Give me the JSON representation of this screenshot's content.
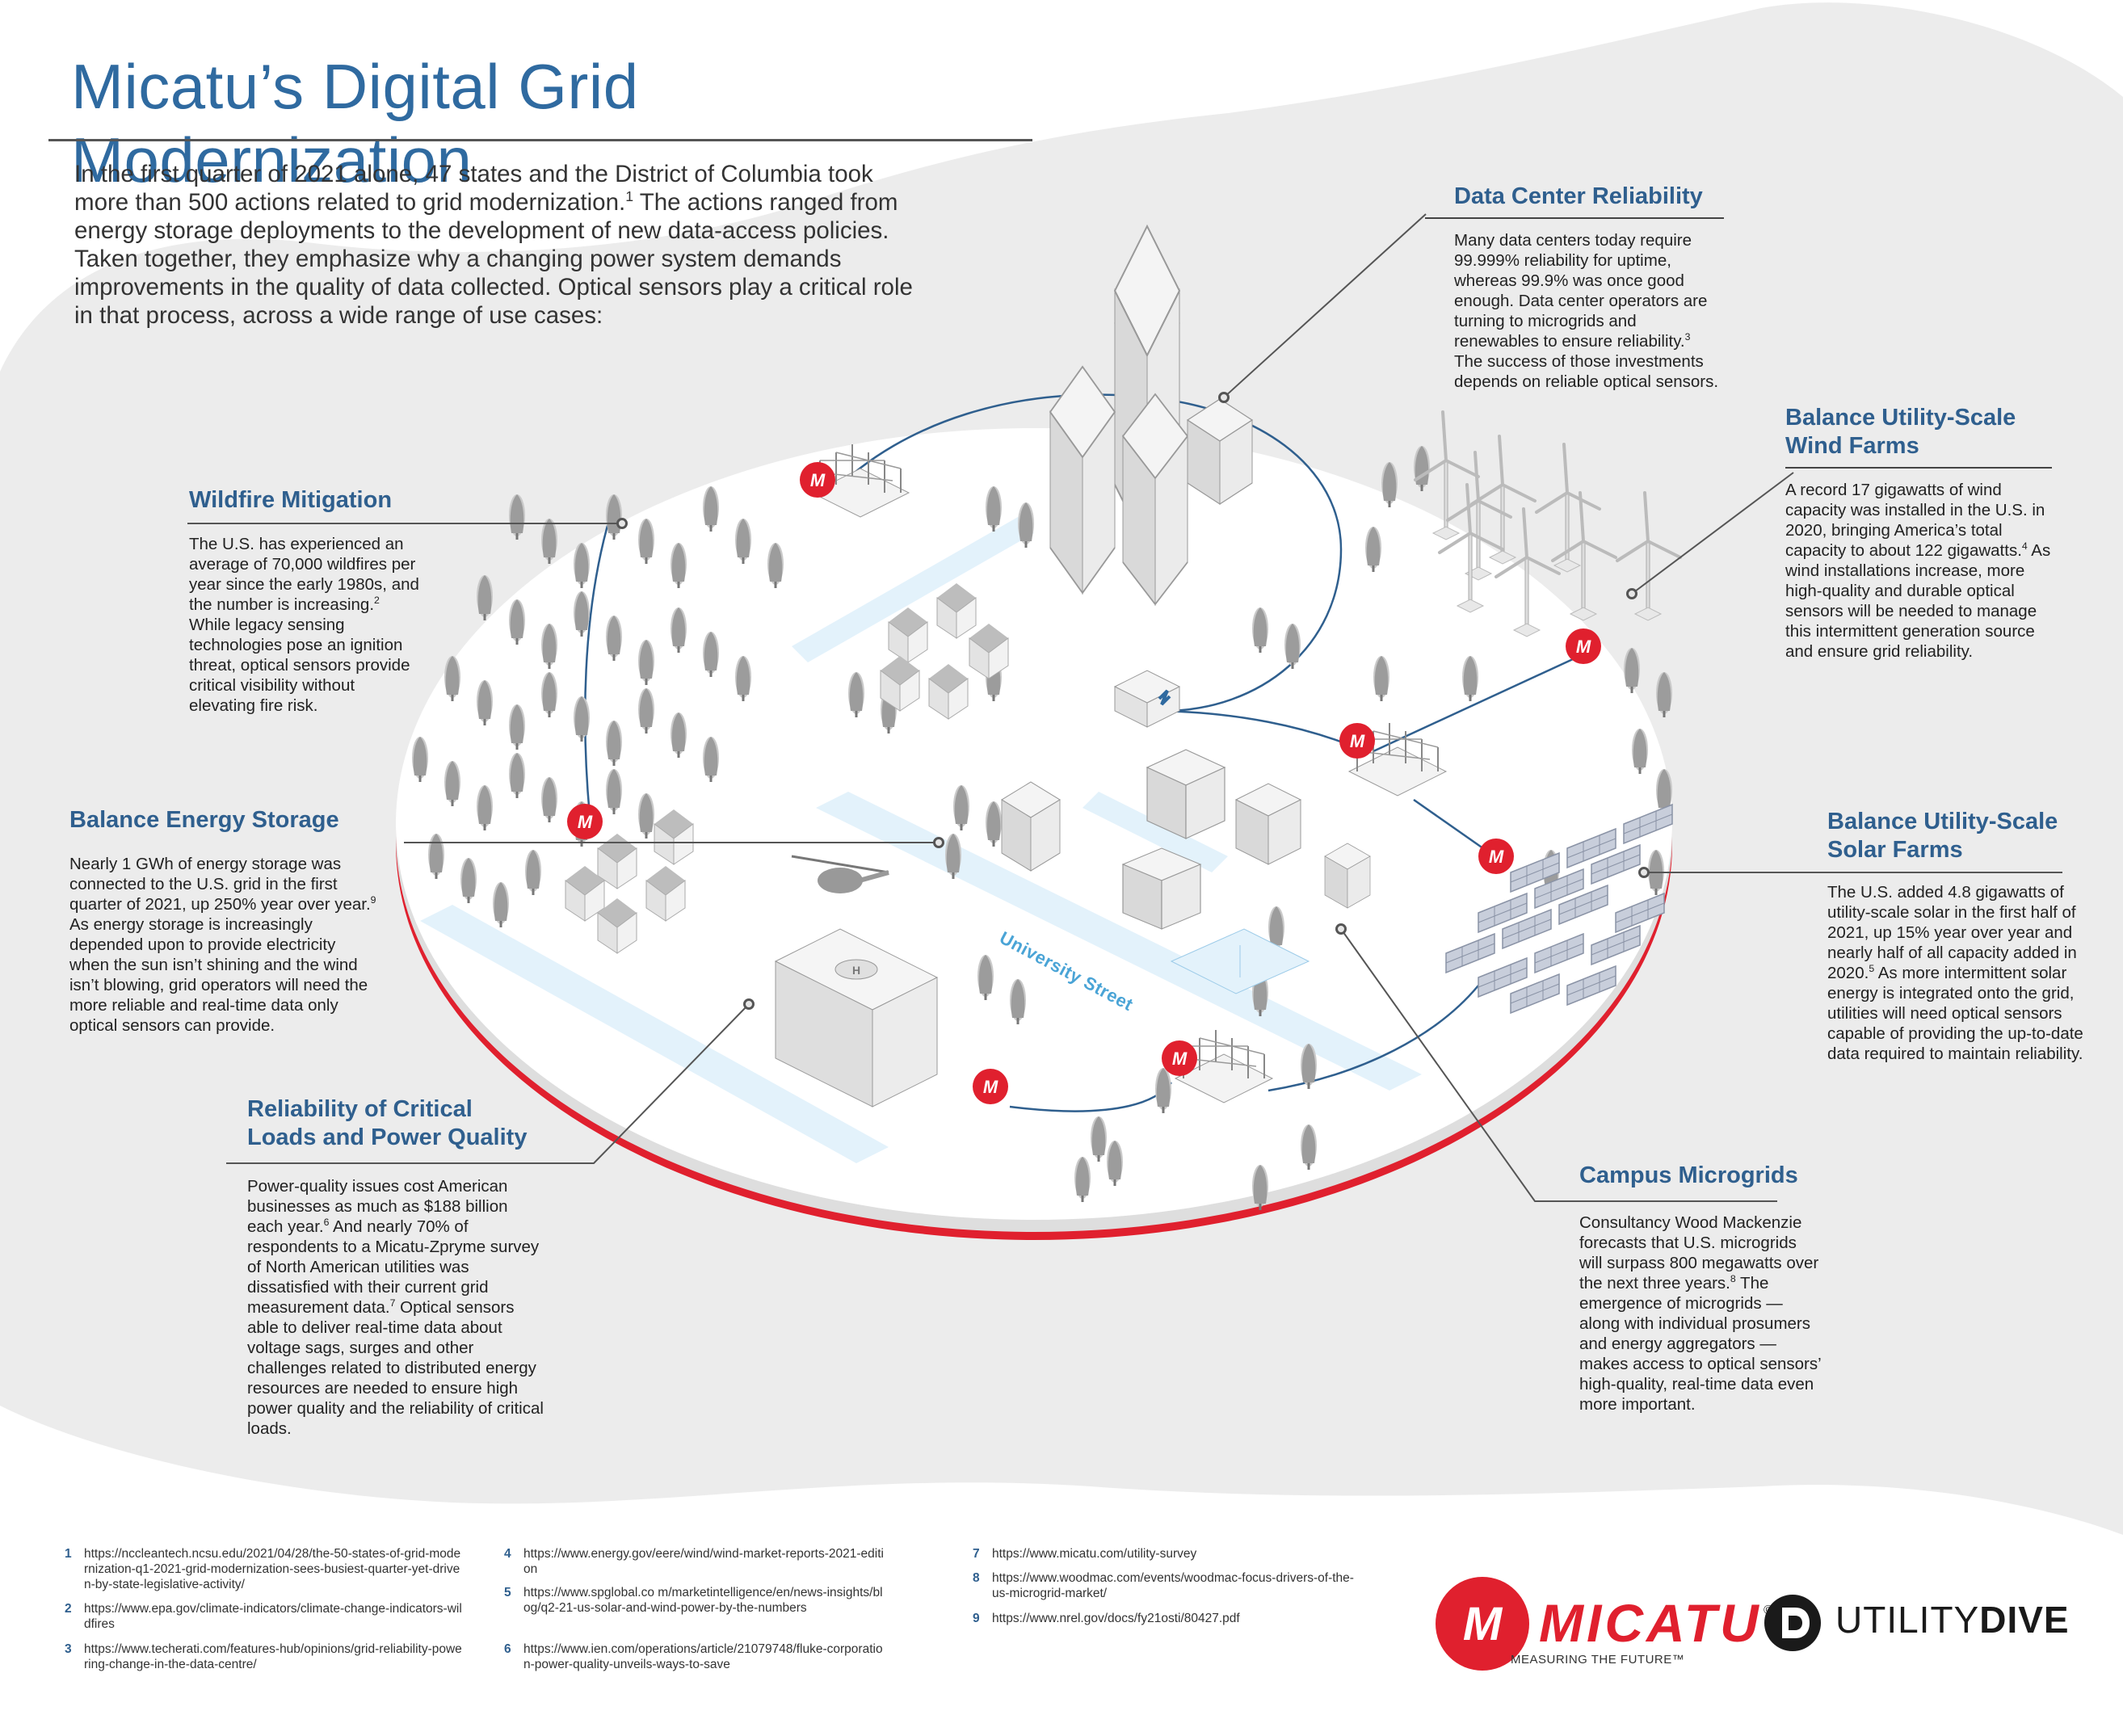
{
  "title": "Micatu’s Digital Grid Modernization",
  "intro": {
    "text_before": "In the first quarter of 2021 alone, 47 states and the District of Columbia took more than 500 actions related to grid modernization.",
    "footnote": "1",
    "text_after": " The actions ranged from energy storage deployments to the development of new data-access policies. Taken together, they emphasize why a changing power system demands improvements in the quality of data collected. Optical sensors play a critical role in that process, across a wide range of use cases:"
  },
  "sections": {
    "data_center": {
      "title": "Data Center Reliability",
      "body_a": "Many data centers today require 99.999% reliability for uptime, whereas 99.9% was once good enough. Data center operators are turning to microgrids and renewables to ensure reliability.",
      "fn": "3",
      "body_b": " The success of those investments depends on reliable optical sensors."
    },
    "wind": {
      "title_line1": "Balance Utility-Scale",
      "title_line2": "Wind Farms",
      "body_a": "A record 17 gigawatts of wind capacity was installed in the U.S. in 2020, bringing America’s total capacity to about 122 gigawatts.",
      "fn": "4",
      "body_b": " As wind installations increase, more high-quality and durable optical sensors will be needed to manage this intermittent generation source and ensure grid reliability."
    },
    "wildfire": {
      "title": "Wildfire Mitigation",
      "body_a": "The U.S. has experienced an average of 70,000 wildfires per year since the early 1980s, and the number is increasing.",
      "fn": "2",
      "body_b": " While legacy sensing technologies pose an ignition threat, optical sensors provide critical visibility without elevating fire risk."
    },
    "storage": {
      "title": "Balance Energy Storage",
      "body_a": "Nearly 1 GWh of energy storage was connected to the U.S. grid in the first quarter of 2021, up 250% year over year.",
      "fn": "9",
      "body_b": " As energy storage is increasingly depended upon to provide electricity when the sun isn’t shining and the wind isn’t blowing, grid operators will need the more reliable and real-time data only optical sensors can provide."
    },
    "solar": {
      "title_line1": "Balance Utility-Scale",
      "title_line2": "Solar Farms",
      "body_a": "The U.S. added 4.8 gigawatts of utility-scale solar in the first half of 2021, up 15% year over year and nearly half of all capacity added in 2020.",
      "fn": "5",
      "body_b": " As more intermittent solar energy is integrated onto the grid, utilities will need optical sensors capable of providing the up-to-date data required to maintain reliability."
    },
    "critical_loads": {
      "title_line1": "Reliability of Critical",
      "title_line2": "Loads and Power Quality",
      "body_a": "Power-quality issues cost American businesses as much as $188 billion each year.",
      "fn_a": "6",
      "body_b": " And nearly 70% of respondents to a Micatu-Zpryme survey of North American utilities was dissatisfied with their current grid measurement data.",
      "fn_b": "7",
      "body_c": " Optical sensors able to deliver real-time data about voltage sags, surges and other challenges related to distributed energy resources are needed to ensure high power quality and the reliability of critical loads."
    },
    "microgrids": {
      "title": "Campus Microgrids",
      "body_a": "Consultancy Wood Mackenzie forecasts that U.S. microgrids will surpass 800 megawatts over the next three years.",
      "fn": "8",
      "body_b": " The emergence of microgrids — along with individual prosumers and energy aggregators — makes access to optical sensors’ high-quality, real-time data even more important."
    }
  },
  "map": {
    "street_label": "University Street",
    "marker_letter": "M"
  },
  "footnotes": [
    {
      "num": "1",
      "text": "https://nccleantech.ncsu.edu/2021/04/28/the-50-states-of-grid-modernization-q1-2021-grid-modernization-sees-busiest-quarter-yet-driven-by-state-legislative-activity/"
    },
    {
      "num": "2",
      "text": "https://www.epa.gov/climate-indicators/climate-change-indicators-wildfires"
    },
    {
      "num": "3",
      "text": "https://www.techerati.com/features-hub/opinions/grid-reliability-powering-change-in-the-data-centre/"
    },
    {
      "num": "4",
      "text": "https://www.energy.gov/eere/wind/wind-market-reports-2021-edition"
    },
    {
      "num": "5",
      "text": "https://www.spglobal.co m/marketintelligence/en/news-insights/blog/q2-21-us-solar-and-wind-power-by-the-numbers"
    },
    {
      "num": "6",
      "text": "https://www.ien.com/operations/article/21079748/fluke-corporation-power-quality-unveils-ways-to-save"
    },
    {
      "num": "7",
      "text": "https://www.micatu.com/utility-survey"
    },
    {
      "num": "8",
      "text": "https://www.woodmac.com/events/woodmac-focus-drivers-of-the-us-microgrid-market/"
    },
    {
      "num": "9",
      "text": "https://www.nrel.gov/docs/fy21osti/80427.pdf"
    }
  ],
  "logos": {
    "micatu_name": "MICATU",
    "micatu_mark": "©",
    "micatu_tagline": "MEASURING THE FUTURE™",
    "dive_light": "UTILITY",
    "dive_bold": "DIVE"
  },
  "colors": {
    "brand_blue": "#2f5f8e",
    "title_blue": "#2f6aa0",
    "micatu_red": "#e0202e",
    "street_blue": "#4aa4d6",
    "backdrop_gray": "#ececec"
  }
}
